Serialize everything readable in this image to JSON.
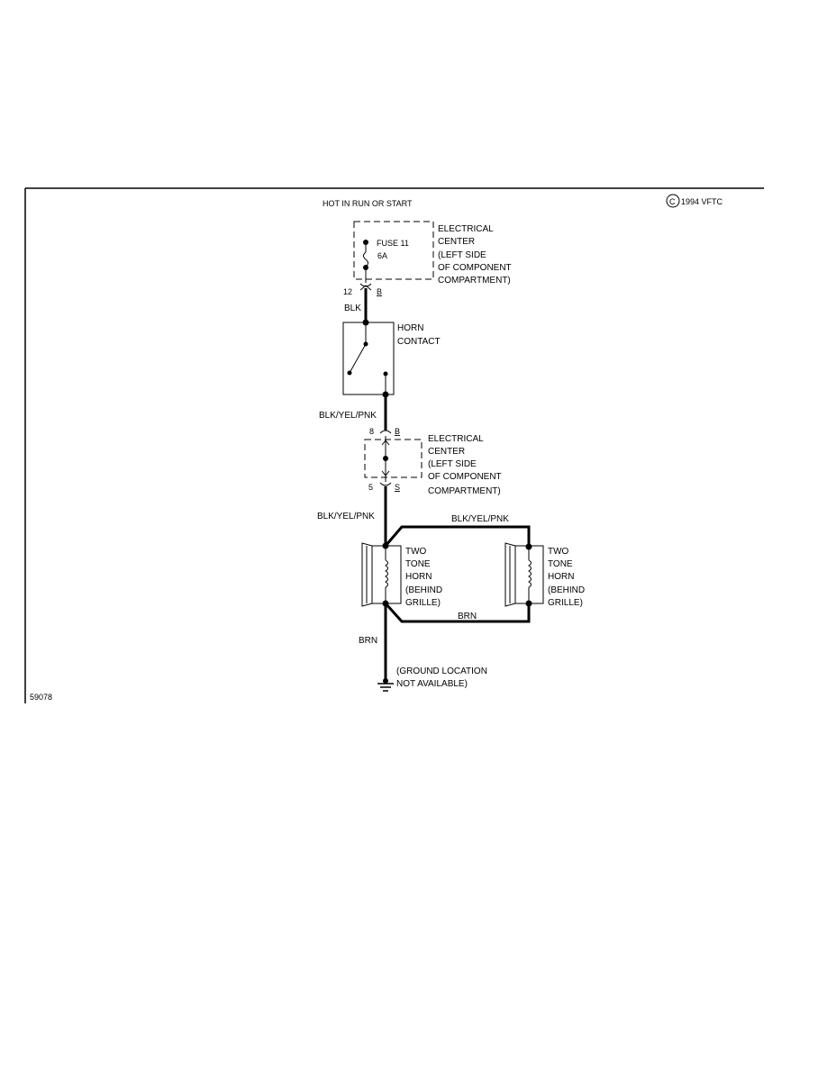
{
  "header": {
    "hot_label": "HOT IN RUN OR START",
    "copyright": "1994 VFTC",
    "copyright_symbol": "C"
  },
  "fuse_block": {
    "fuse_name": "FUSE 11",
    "fuse_rating": "6A",
    "center_lines": [
      "ELECTRICAL",
      "CENTER",
      "(LEFT SIDE",
      "OF COMPONENT",
      "COMPARTMENT)"
    ],
    "pin_left": "12",
    "pin_right": "B"
  },
  "wire_blk": "BLK",
  "horn_contact": {
    "lines": [
      "HORN",
      "CONTACT"
    ]
  },
  "wire_blk_yel_pnk_1": "BLK/YEL/PNK",
  "center_block_2": {
    "pin_top_left": "8",
    "pin_top_right": "B",
    "pin_bottom_left": "5",
    "pin_bottom_right": "S",
    "lines": [
      "ELECTRICAL",
      "CENTER",
      "(LEFT SIDE",
      "OF COMPONENT",
      "COMPARTMENT)"
    ]
  },
  "wire_blk_yel_pnk_2": "BLK/YEL/PNK",
  "wire_blk_yel_pnk_3": "BLK/YEL/PNK",
  "horn_left": {
    "lines": [
      "TWO",
      "TONE",
      "HORN",
      "(BEHIND",
      "GRILLE)"
    ]
  },
  "horn_right": {
    "lines": [
      "TWO",
      "TONE",
      "HORN",
      "(BEHIND",
      "GRILLE)"
    ]
  },
  "wire_brn_1": "BRN",
  "wire_brn_2": "BRN",
  "ground": {
    "lines": [
      "(GROUND LOCATION",
      "NOT AVAILABLE)"
    ]
  },
  "figure_number": "59078"
}
